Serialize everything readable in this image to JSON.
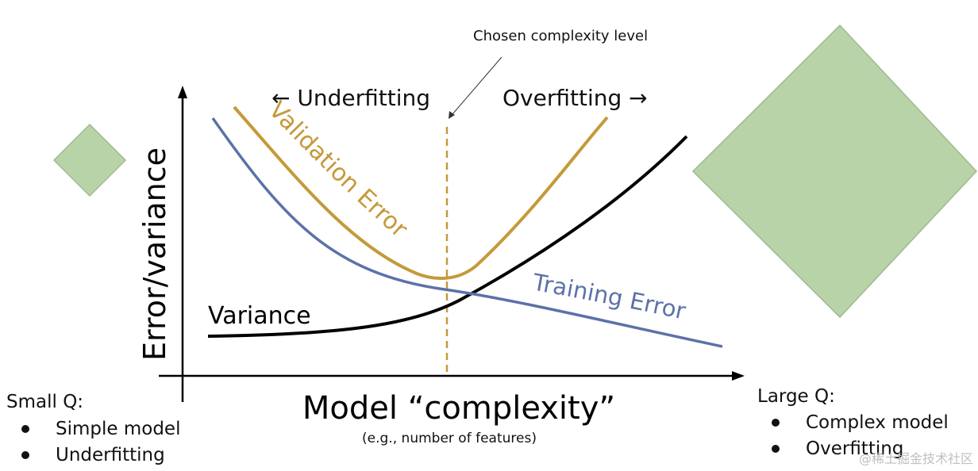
{
  "chart": {
    "y_axis_label": "Error/variance",
    "x_axis_label": "Model “complexity”",
    "x_axis_sublabel": "(e.g., number of features)",
    "underfitting_label": "← Underfitting",
    "overfitting_label": "Overfitting →",
    "chosen_label": "Chosen complexity level",
    "curves": {
      "validation": "Validation Error",
      "training": "Training Error",
      "variance": "Variance"
    },
    "colors": {
      "validation": "#C49A3A",
      "training": "#5B72A8",
      "variance": "#000000",
      "diamond": "#B9D3A8",
      "diamond_border": "#9FB98F"
    }
  },
  "left_panel": {
    "title": "Small Q:",
    "items": [
      "Simple model",
      "Underfitting"
    ]
  },
  "right_panel": {
    "title": "Large Q:",
    "items": [
      "Complex model",
      "Overfitting"
    ]
  },
  "watermark": "@稀土掘金技术社区"
}
